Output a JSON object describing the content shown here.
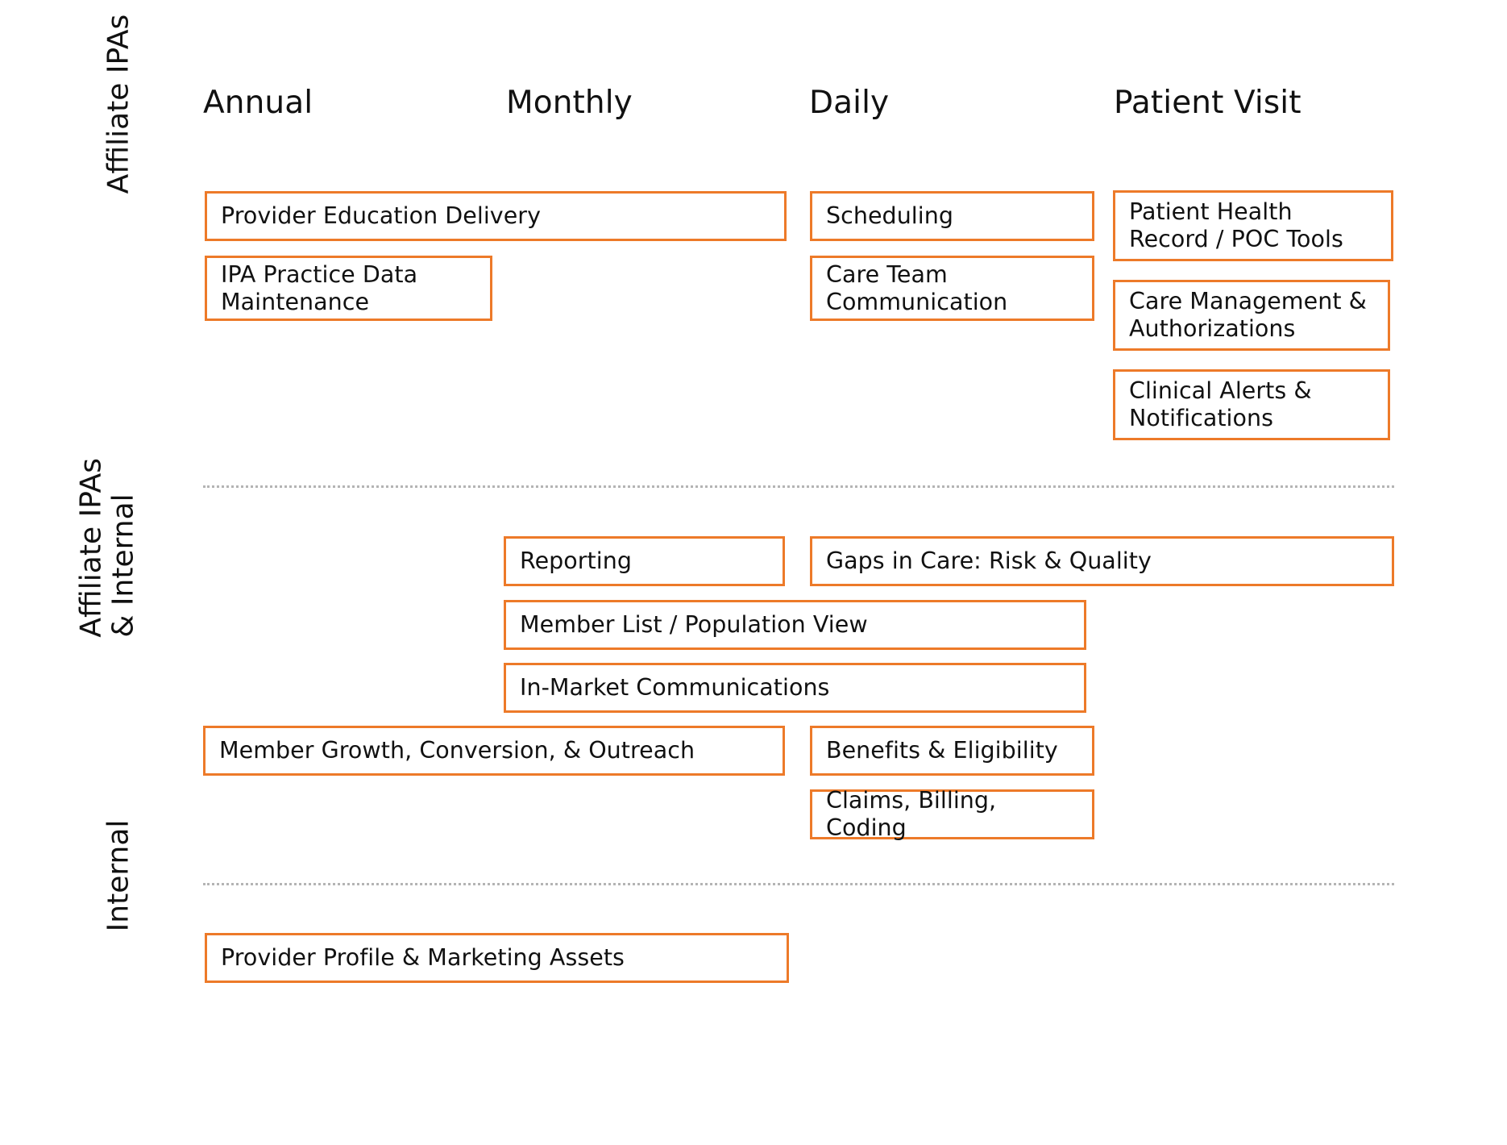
{
  "theme": {
    "box_border_color": "#ED7A29",
    "text_color": "#111111",
    "divider_color": "#b4b4b4",
    "background": "#ffffff"
  },
  "columns": [
    {
      "id": "annual",
      "label": "Annual"
    },
    {
      "id": "monthly",
      "label": "Monthly"
    },
    {
      "id": "daily",
      "label": "Daily"
    },
    {
      "id": "patient-visit",
      "label": "Patient Visit"
    }
  ],
  "rows": [
    {
      "id": "affiliate-ipas",
      "label": "Affiliate IPAs"
    },
    {
      "id": "affiliate-ipas-and-internal",
      "label": "Affiliate IPAs\n& Internal"
    },
    {
      "id": "internal",
      "label": "Internal"
    }
  ],
  "boxes": [
    {
      "id": "provider-education-delivery",
      "label": "Provider Education Delivery",
      "row": "affiliate-ipas",
      "column": "annual"
    },
    {
      "id": "ipa-practice-data-maintenance",
      "label": "IPA Practice Data\nMaintenance",
      "row": "affiliate-ipas",
      "column": "annual"
    },
    {
      "id": "scheduling",
      "label": "Scheduling",
      "row": "affiliate-ipas",
      "column": "daily"
    },
    {
      "id": "care-team-communication",
      "label": "Care Team\nCommunication",
      "row": "affiliate-ipas",
      "column": "daily"
    },
    {
      "id": "patient-health-record-poc-tools",
      "label": "Patient Health\nRecord / POC Tools",
      "row": "affiliate-ipas",
      "column": "patient-visit"
    },
    {
      "id": "care-management-authorizations",
      "label": "Care Management &\nAuthorizations",
      "row": "affiliate-ipas",
      "column": "patient-visit"
    },
    {
      "id": "clinical-alerts-notifications",
      "label": "Clinical Alerts &\nNotifications",
      "row": "affiliate-ipas",
      "column": "patient-visit"
    },
    {
      "id": "reporting",
      "label": "Reporting",
      "row": "affiliate-ipas-and-internal",
      "column": "monthly"
    },
    {
      "id": "gaps-in-care-risk-quality",
      "label": "Gaps in Care: Risk & Quality",
      "row": "affiliate-ipas-and-internal",
      "column": "daily"
    },
    {
      "id": "member-list-population-view",
      "label": "Member List / Population View",
      "row": "affiliate-ipas-and-internal",
      "column": "monthly"
    },
    {
      "id": "in-market-communications",
      "label": "In-Market Communications",
      "row": "affiliate-ipas-and-internal",
      "column": "monthly"
    },
    {
      "id": "member-growth-conversion-outreach",
      "label": "Member Growth, Conversion, & Outreach",
      "row": "affiliate-ipas-and-internal",
      "column": "annual"
    },
    {
      "id": "benefits-eligibility",
      "label": "Benefits & Eligibility",
      "row": "affiliate-ipas-and-internal",
      "column": "daily"
    },
    {
      "id": "claims-billing-coding",
      "label": "Claims, Billing, Coding",
      "row": "affiliate-ipas-and-internal",
      "column": "daily"
    },
    {
      "id": "provider-profile-marketing-assets",
      "label": "Provider Profile & Marketing Assets",
      "row": "internal",
      "column": "annual"
    }
  ]
}
